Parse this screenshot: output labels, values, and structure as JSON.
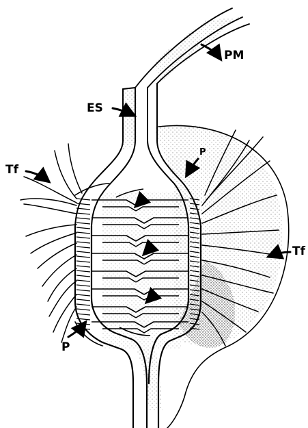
{
  "diagram": {
    "labels": {
      "pm": "PM",
      "es": "ES",
      "tf_left": "Tf",
      "tf_right": "Tf",
      "p_top": "P",
      "p_bottom": "P"
    },
    "colors": {
      "ink": "#000000",
      "paper": "#ffffff",
      "stipple": "#000000"
    }
  }
}
